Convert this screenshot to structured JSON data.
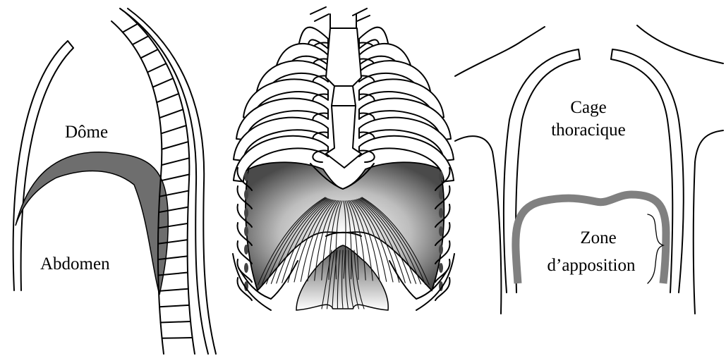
{
  "panels": {
    "lateral": {
      "dome_label": "Dôme",
      "abdomen_label": "Abdomen"
    },
    "anterior": {},
    "frontal": {
      "cage_label_line1": "Cage",
      "cage_label_line2": "thoracique",
      "zone_label_line1": "Zone",
      "zone_label_line2": "d’apposition"
    }
  },
  "colors": {
    "diaphragm_fill": "#6e6e6e",
    "apposition_band": "#808080",
    "outline": "#000000"
  }
}
